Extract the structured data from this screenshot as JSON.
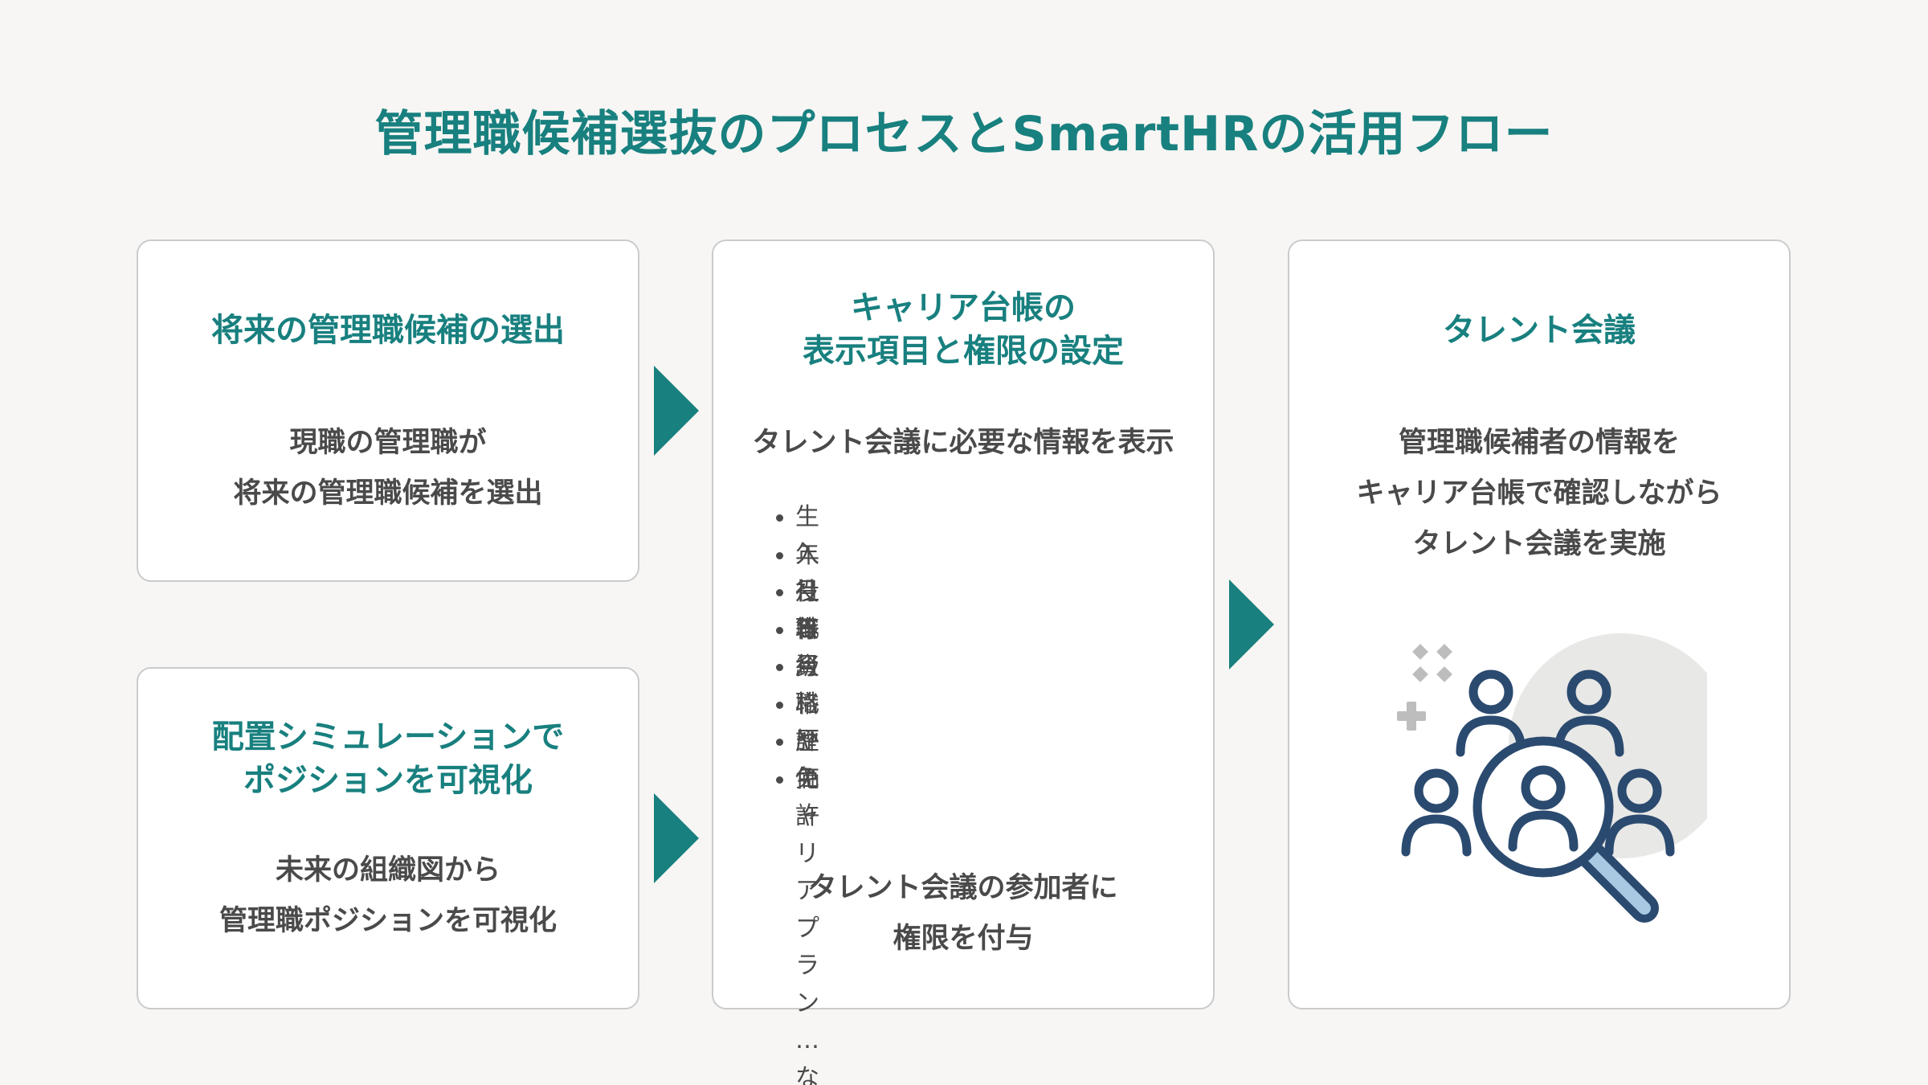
{
  "title": "管理職候補選抜のプロセスとSmartHRの活用フロー",
  "card1": {
    "title": "将来の管理職候補の選出",
    "body": [
      "現職の管理職が",
      "将来の管理職候補を選出"
    ]
  },
  "card2": {
    "title": [
      "配置シミュレーションで",
      "ポジションを可視化"
    ],
    "body": [
      "未来の組織図から",
      "管理職ポジションを可視化"
    ]
  },
  "card3": {
    "title": [
      "キャリア台帳の",
      "表示項目と権限の設定"
    ],
    "subtitle": "タレント会議に必要な情報を表示",
    "items": [
      "生年月日",
      "入社年月",
      "役職",
      "等級",
      "資格や免許",
      "職歴",
      "評価",
      "キャリアプラン … など"
    ],
    "footer": [
      "タレント会議の参加者に",
      "権限を付与"
    ]
  },
  "card4": {
    "title": "タレント会議",
    "body": [
      "管理職候補者の情報を",
      "キャリア台帳で確認しながら",
      "タレント会議を実施"
    ]
  },
  "colors": {
    "accent": "#18807f",
    "icon_navy": "#2b4a6f",
    "icon_light_blue": "#a9c8e2",
    "icon_gray": "#bdbdbd",
    "background": "#f7f6f4"
  },
  "icons": [
    "talent-search-icon",
    "sparkle-icon",
    "plus-icon"
  ]
}
